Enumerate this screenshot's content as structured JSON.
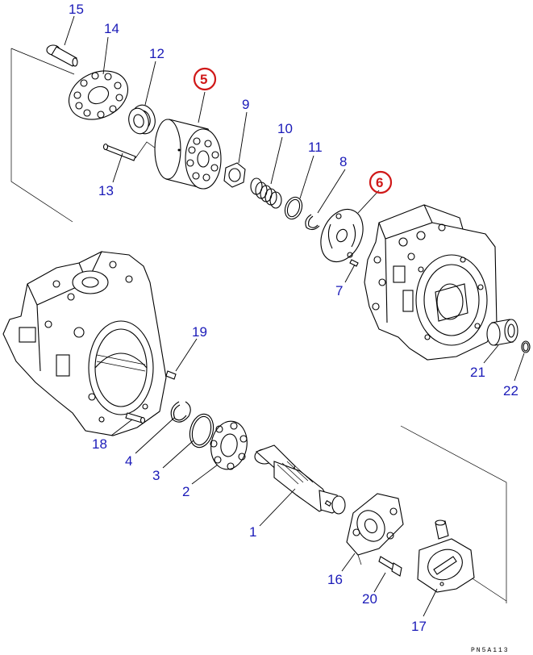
{
  "diagram": {
    "drawing_code": "PN5A113",
    "highlight_color": "#d01818",
    "label_color": "#1a1ab8",
    "callouts": [
      {
        "id": "c1",
        "text": "1",
        "highlighted": false
      },
      {
        "id": "c2",
        "text": "2",
        "highlighted": false
      },
      {
        "id": "c3",
        "text": "3",
        "highlighted": false
      },
      {
        "id": "c4",
        "text": "4",
        "highlighted": false
      },
      {
        "id": "c5",
        "text": "5",
        "highlighted": true
      },
      {
        "id": "c6",
        "text": "6",
        "highlighted": true
      },
      {
        "id": "c7",
        "text": "7",
        "highlighted": false
      },
      {
        "id": "c8",
        "text": "8",
        "highlighted": false
      },
      {
        "id": "c9",
        "text": "9",
        "highlighted": false
      },
      {
        "id": "c10",
        "text": "10",
        "highlighted": false
      },
      {
        "id": "c11",
        "text": "11",
        "highlighted": false
      },
      {
        "id": "c12",
        "text": "12",
        "highlighted": false
      },
      {
        "id": "c13",
        "text": "13",
        "highlighted": false
      },
      {
        "id": "c14",
        "text": "14",
        "highlighted": false
      },
      {
        "id": "c15",
        "text": "15",
        "highlighted": false
      },
      {
        "id": "c16",
        "text": "16",
        "highlighted": false
      },
      {
        "id": "c17",
        "text": "17",
        "highlighted": false
      },
      {
        "id": "c18",
        "text": "18",
        "highlighted": false
      },
      {
        "id": "c19",
        "text": "19",
        "highlighted": false
      },
      {
        "id": "c20",
        "text": "20",
        "highlighted": false
      },
      {
        "id": "c21",
        "text": "21",
        "highlighted": false
      },
      {
        "id": "c22",
        "text": "22",
        "highlighted": false
      }
    ]
  }
}
